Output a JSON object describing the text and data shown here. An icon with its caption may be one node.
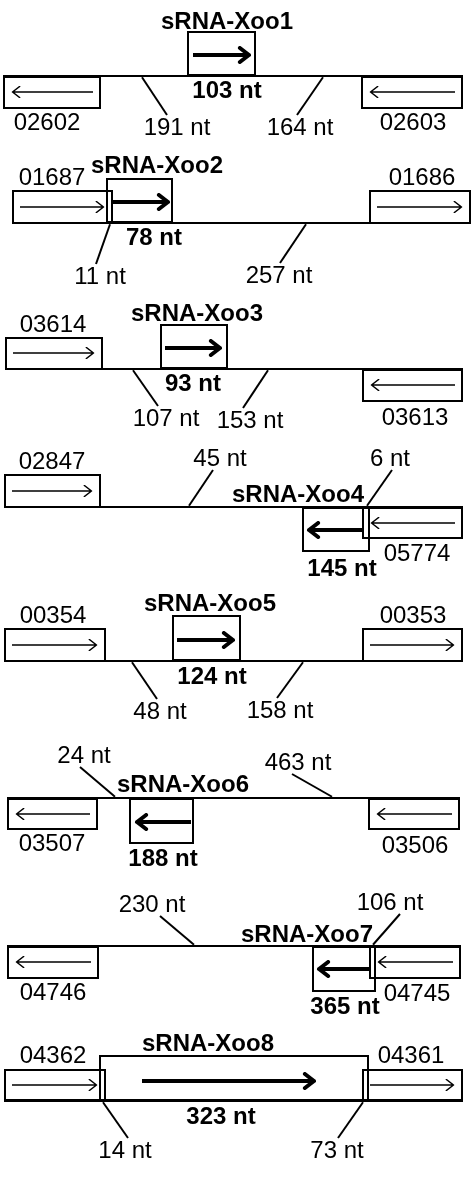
{
  "diagram": {
    "nodes": [
      {
        "text": [
          "sRNA-Xoo1",
          "103 nt"
        ]
      },
      {
        "text": [
          "02602"
        ]
      },
      {
        "text": [
          "02603"
        ]
      },
      {
        "text": [
          "191 nt"
        ]
      },
      {
        "text": [
          "164 nt"
        ]
      },
      {
        "text": [
          "sRNA-Xoo2",
          "78 nt"
        ]
      },
      {
        "text": [
          "01687"
        ]
      },
      {
        "text": [
          "01686"
        ]
      },
      {
        "text": [
          "11 nt"
        ]
      },
      {
        "text": [
          "257 nt"
        ]
      },
      {
        "text": [
          "sRNA-Xoo3",
          "93 nt"
        ]
      },
      {
        "text": [
          "03614"
        ]
      },
      {
        "text": [
          "03613"
        ]
      },
      {
        "text": [
          "107 nt"
        ]
      },
      {
        "text": [
          "153 nt"
        ]
      },
      {
        "text": [
          "sRNA-Xoo4",
          "145 nt"
        ]
      },
      {
        "text": [
          "02847"
        ]
      },
      {
        "text": [
          "05774"
        ]
      },
      {
        "text": [
          "45 nt"
        ]
      },
      {
        "text": [
          "6 nt"
        ]
      },
      {
        "text": [
          "sRNA-Xoo5",
          "124 nt"
        ]
      },
      {
        "text": [
          "00354"
        ]
      },
      {
        "text": [
          "00353"
        ]
      },
      {
        "text": [
          "48 nt"
        ]
      },
      {
        "text": [
          "158 nt"
        ]
      },
      {
        "text": [
          "sRNA-Xoo6",
          "188 nt"
        ]
      },
      {
        "text": [
          "03507"
        ]
      },
      {
        "text": [
          "03506"
        ]
      },
      {
        "text": [
          "24 nt"
        ]
      },
      {
        "text": [
          "463 nt"
        ]
      },
      {
        "text": [
          "sRNA-Xoo7",
          "365 nt"
        ]
      },
      {
        "text": [
          "04746"
        ]
      },
      {
        "text": [
          "04745"
        ]
      },
      {
        "text": [
          "230 nt"
        ]
      },
      {
        "text": [
          "106 nt"
        ]
      },
      {
        "text": [
          "sRNA-Xoo8",
          "323 nt"
        ]
      },
      {
        "text": [
          "04362"
        ]
      },
      {
        "text": [
          "04361"
        ]
      },
      {
        "text": [
          "14 nt"
        ]
      },
      {
        "text": [
          "73 nt"
        ]
      },
      {
        "text": [],
        "shape": "bar"
      },
      {
        "text": [],
        "shape": "bar"
      },
      {
        "text": [],
        "shape": "bar"
      },
      {
        "text": [],
        "shape": "bar"
      },
      {
        "text": [],
        "shape": "bar"
      },
      {
        "text": [],
        "shape": "bar"
      },
      {
        "text": [],
        "shape": "bar"
      },
      {
        "text": [],
        "shape": "bar"
      }
    ],
    "edges": [
      {
        "from": 3,
        "to": 40,
        "arrow": "none"
      },
      {
        "from": 4,
        "to": 40,
        "arrow": "none"
      },
      {
        "from": 8,
        "to": 41,
        "arrow": "none"
      },
      {
        "from": 9,
        "to": 41,
        "arrow": "none"
      },
      {
        "from": 13,
        "to": 42,
        "arrow": "none"
      },
      {
        "from": 14,
        "to": 42,
        "arrow": "none"
      },
      {
        "from": 18,
        "to": 43,
        "arrow": "none"
      },
      {
        "from": 19,
        "to": 43,
        "arrow": "none"
      },
      {
        "from": 23,
        "to": 44,
        "arrow": "none"
      },
      {
        "from": 24,
        "to": 44,
        "arrow": "none"
      },
      {
        "from": 28,
        "to": 45,
        "arrow": "none"
      },
      {
        "from": 29,
        "to": 45,
        "arrow": "none"
      },
      {
        "from": 33,
        "to": 46,
        "arrow": "none"
      },
      {
        "from": 34,
        "to": 46,
        "arrow": "none"
      },
      {
        "from": 38,
        "to": 47,
        "arrow": "none"
      },
      {
        "from": 39,
        "to": 47,
        "arrow": "none"
      }
    ]
  }
}
